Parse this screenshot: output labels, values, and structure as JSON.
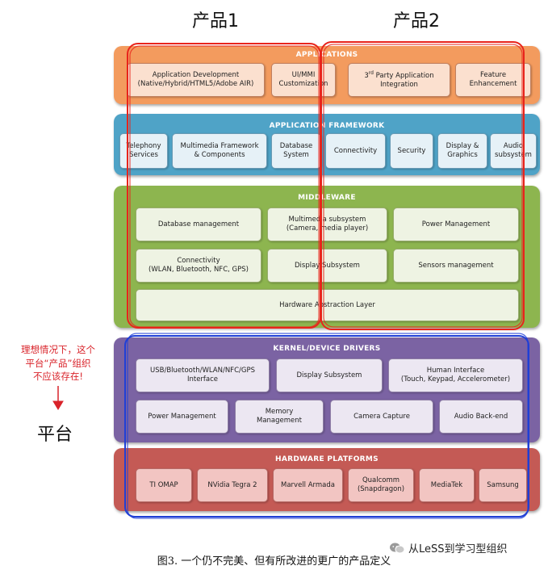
{
  "header": {
    "product1": "产品1",
    "product2": "产品2"
  },
  "applications": {
    "title": "APPLICATIONS",
    "boxes": [
      "Application Development\n(Native/Hybrid/HTML5/Adobe AIR)",
      "UI/MMI\nCustomization",
      "Feature\nEnhancement"
    ],
    "third_party": {
      "num": "3",
      "sup": "rd",
      "rest": " Party Application",
      "line2": "Integration"
    }
  },
  "framework": {
    "title": "APPLICATION FRAMEWORK",
    "boxes": [
      "Telephony\nServices",
      "Multimedia Framework\n& Components",
      "Database\nSystem",
      "Connectivity",
      "Security",
      "Display &\nGraphics",
      "Audio\nsubsystem"
    ]
  },
  "middleware": {
    "title": "MIDDLEWARE",
    "boxes": [
      "Database management",
      "Multimedia subsystem\n(Camera, media player)",
      "Power Management",
      "Connectivity\n(WLAN, Bluetooth, NFC, GPS)",
      "Display Subsystem",
      "Sensors management",
      "Hardware Abstraction Layer"
    ]
  },
  "kernel": {
    "title": "KERNEL/DEVICE DRIVERS",
    "boxes": [
      "USB/Bluetooth/WLAN/NFC/GPS\nInterface",
      "Display Subsystem",
      "Human Interface\n(Touch, Keypad, Accelerometer)",
      "Power Management",
      "Memory\nManagement",
      "Camera Capture",
      "Audio Back-end"
    ]
  },
  "hardware": {
    "title": "HARDWARE PLATFORMS",
    "boxes": [
      "TI OMAP",
      "NVidia Tegra 2",
      "Marvell Armada",
      "Qualcomm\n(Snapdragon)",
      "MediaTek",
      "Samsung"
    ]
  },
  "annotation": {
    "line1": "理想情况下，这个",
    "line2": "平台“产品”组织",
    "line3": "不应该存在!",
    "platform_label": "平台"
  },
  "caption": "图3. 一个仍不完美、但有所改进的更广的产品定义",
  "watermark": "从LeSS到学习型组织",
  "colors": {
    "applications": "#f39b5e",
    "framework": "#4fa3c7",
    "middleware": "#8db54f",
    "kernel": "#7b63a3",
    "hardware": "#c45a55",
    "product_outline": "#e8241c",
    "platform_outline": "#1f3fd6"
  }
}
